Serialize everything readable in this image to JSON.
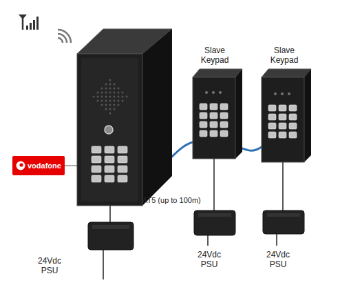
{
  "diagram": {
    "nodes": [
      {
        "text": [
          "vodafone"
        ]
      }
    ],
    "labels": [
      "Slave Keypad",
      "Slave Keypad",
      "CAT5 (up to 100m)",
      "24Vdc PSU",
      "24Vdc PSU",
      "24Vdc PSU"
    ]
  }
}
